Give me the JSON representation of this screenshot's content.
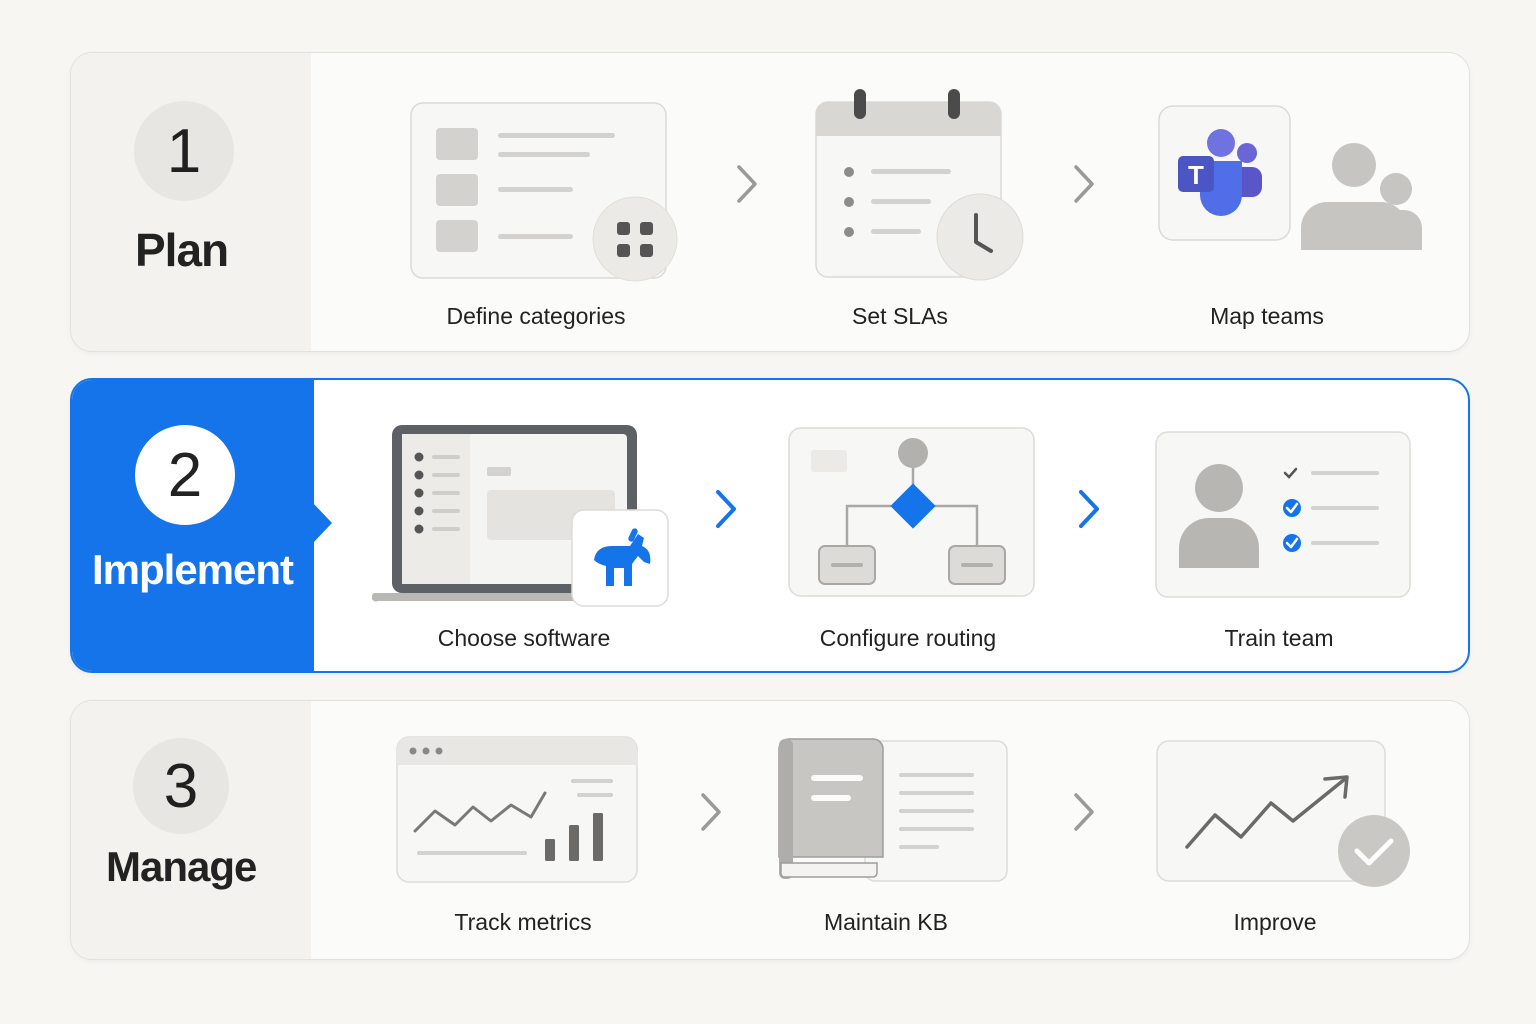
{
  "phases": [
    {
      "number": "1",
      "title": "Plan",
      "steps": [
        "Define categories",
        "Set SLAs",
        "Map teams"
      ]
    },
    {
      "number": "2",
      "title": "Implement",
      "steps": [
        "Choose software",
        "Configure routing",
        "Train team"
      ]
    },
    {
      "number": "3",
      "title": "Manage",
      "steps": [
        "Track metrics",
        "Maintain KB",
        "Improve"
      ]
    }
  ],
  "colors": {
    "accent": "#1574ea",
    "gray": "#c9c8c4",
    "border": "#dedcd7"
  },
  "icons": [
    "list-card-icon",
    "calendar-clock-icon",
    "teams-people-icon",
    "laptop-software-icon",
    "routing-flow-icon",
    "train-checklist-icon",
    "metrics-dashboard-icon",
    "knowledge-book-icon",
    "trend-check-icon"
  ]
}
